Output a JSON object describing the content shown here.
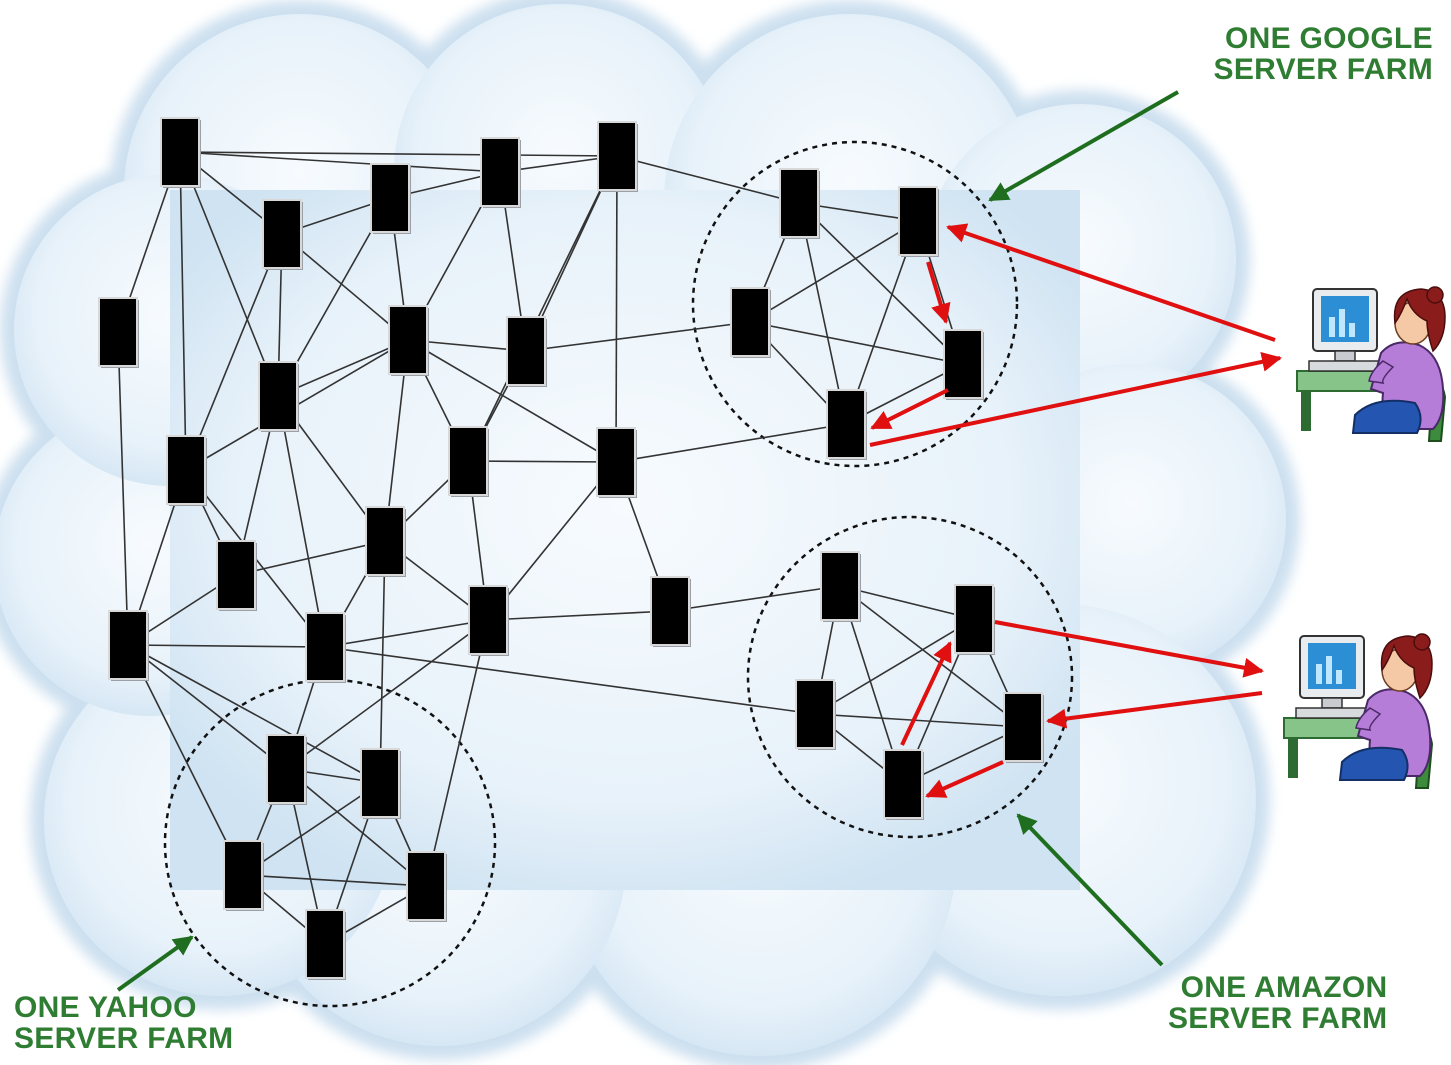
{
  "labels": {
    "google": {
      "line1": "ONE GOOGLE",
      "line2": "SERVER FARM"
    },
    "yahoo": {
      "line1": "ONE YAHOO",
      "line2": "SERVER FARM"
    },
    "amazon": {
      "line1": "ONE AMAZON",
      "line2": "SERVER FARM"
    }
  },
  "colors": {
    "cloud": "#e4f0f9",
    "cloud_edge": "#c5dcee",
    "server": "#000000",
    "link": "#333333",
    "request_arrow": "#e01010",
    "pointer_arrow": "#1f6e1f",
    "label": "#2f7d32"
  },
  "icons": [
    "server-icon",
    "user-at-computer-icon"
  ]
}
